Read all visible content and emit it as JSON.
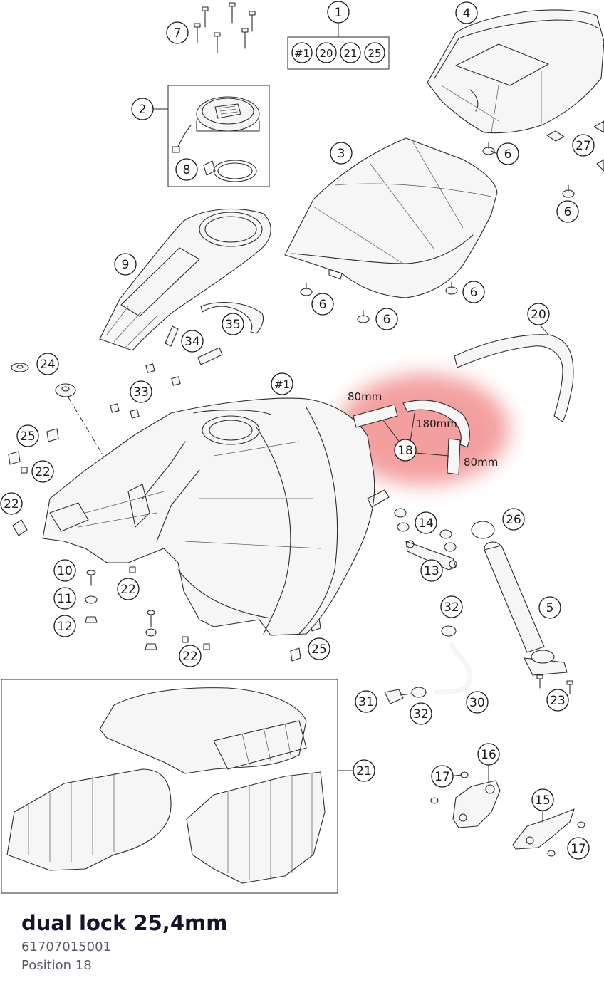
{
  "part": {
    "title": "dual lock 25,4mm",
    "number": "61707015001",
    "position": "Position 18"
  },
  "diagram": {
    "highlight_color": "#f08080",
    "callouts": {
      "c1": "1",
      "c2": "2",
      "c3": "3",
      "c4": "4",
      "c5": "5",
      "c6a": "6",
      "c6b": "6",
      "c6c": "6",
      "c6d": "6",
      "c6e": "6",
      "c7": "7",
      "c8": "8",
      "c9": "9",
      "c10": "10",
      "c11": "11",
      "c12": "12",
      "c13": "13",
      "c14": "14",
      "c15": "15",
      "c16": "16",
      "c17a": "17",
      "c17b": "17",
      "c18": "18",
      "c20": "20",
      "c21": "21",
      "c22a": "22",
      "c22b": "22",
      "c22c": "22",
      "c22d": "22",
      "c23": "23",
      "c24": "24",
      "c25a": "25",
      "c25b": "25",
      "c26": "26",
      "c27": "27",
      "c30": "30",
      "c31": "31",
      "c32a": "32",
      "c32b": "32",
      "c33": "33",
      "c34": "34",
      "c35": "35",
      "c1tank": "#1"
    },
    "kit_box": [
      "#1",
      "20",
      "21",
      "25"
    ],
    "dimensions": {
      "d80_top": "80mm",
      "d180": "180mm",
      "d80_bottom": "80mm"
    }
  }
}
